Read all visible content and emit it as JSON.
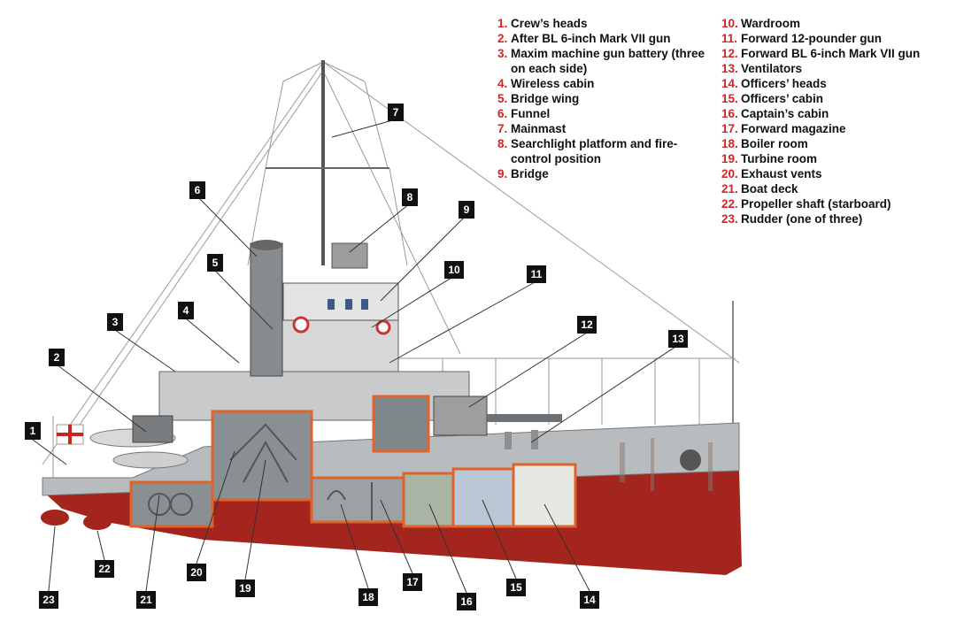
{
  "legend": {
    "column_a": [
      {
        "num": "1.",
        "text": "Crew’s heads"
      },
      {
        "num": "2.",
        "text": "After BL 6-inch Mark VII gun"
      },
      {
        "num": "3.",
        "text": "Maxim machine gun battery (three\non each side)"
      },
      {
        "num": "4.",
        "text": "Wireless cabin"
      },
      {
        "num": "5.",
        "text": "Bridge wing"
      },
      {
        "num": "6.",
        "text": "Funnel"
      },
      {
        "num": "7.",
        "text": "Mainmast"
      },
      {
        "num": "8.",
        "text": "Searchlight platform and fire-\ncontrol position"
      },
      {
        "num": "9.",
        "text": "Bridge"
      }
    ],
    "column_b": [
      {
        "num": "10.",
        "text": "Wardroom"
      },
      {
        "num": "11.",
        "text": "Forward 12-pounder gun"
      },
      {
        "num": "12.",
        "text": "Forward BL 6-inch Mark VII gun"
      },
      {
        "num": "13.",
        "text": "Ventilators"
      },
      {
        "num": "14.",
        "text": "Officers’ heads"
      },
      {
        "num": "15.",
        "text": "Officers’ cabin"
      },
      {
        "num": "16.",
        "text": "Captain’s cabin"
      },
      {
        "num": "17.",
        "text": "Forward magazine"
      },
      {
        "num": "18.",
        "text": "Boiler room"
      },
      {
        "num": "19.",
        "text": "Turbine room"
      },
      {
        "num": "20.",
        "text": "Exhaust vents"
      },
      {
        "num": "21.",
        "text": "Boat deck"
      },
      {
        "num": "22.",
        "text": "Propeller shaft (starboard)"
      },
      {
        "num": "23.",
        "text": "Rudder (one of three)"
      }
    ]
  },
  "callouts": [
    "1",
    "2",
    "3",
    "4",
    "5",
    "6",
    "7",
    "8",
    "9",
    "10",
    "11",
    "12",
    "13",
    "14",
    "15",
    "16",
    "17",
    "18",
    "19",
    "20",
    "21",
    "22",
    "23"
  ],
  "colors": {
    "legend_number": "#d42323",
    "hull_red": "#a3251d",
    "hull_grey": "#b9bcbe",
    "cutaway_outline": "#e0642a",
    "tag_bg": "#111111"
  },
  "icons": {
    "flag": "white-ensign-icon"
  }
}
